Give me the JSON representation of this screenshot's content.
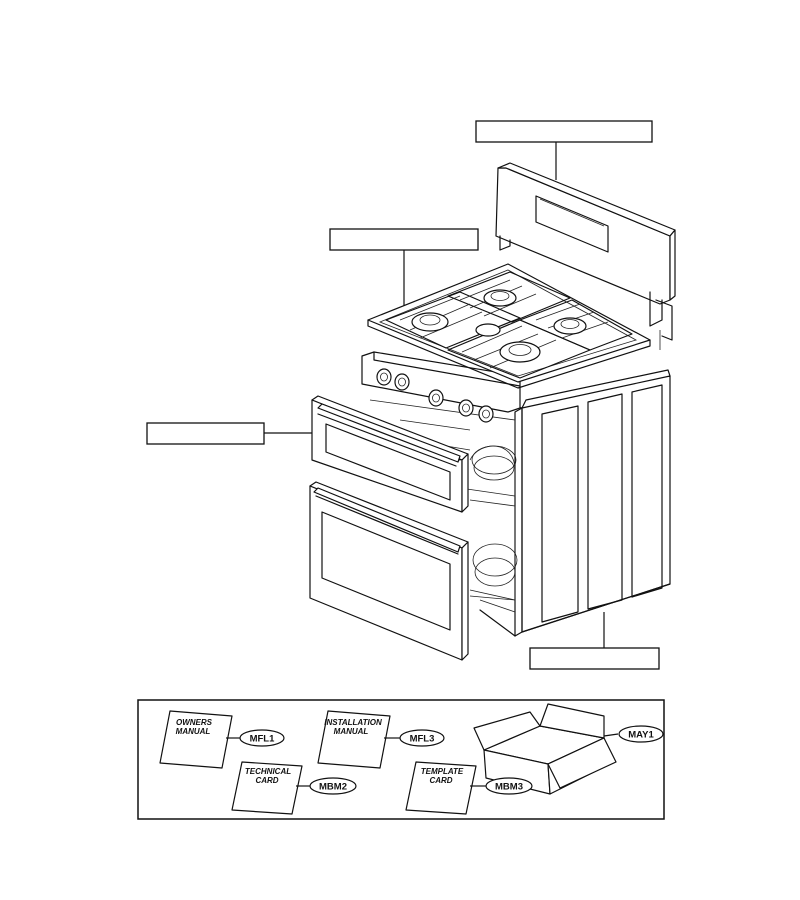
{
  "accessories": {
    "owners_manual": {
      "line1": "OWNERS",
      "line2": "MANUAL",
      "code": "MFL1"
    },
    "installation_manual": {
      "line1": "INSTALLATION",
      "line2": "MANUAL",
      "code": "MFL3"
    },
    "box": {
      "code": "MAY1"
    },
    "technical_card": {
      "line1": "TECHNICAL",
      "line2": "CARD",
      "code": "MBM2"
    },
    "template_card": {
      "line1": "TEMPLATE",
      "line2": "CARD",
      "code": "MBM3"
    }
  },
  "callouts": {
    "backguard": "",
    "cooktop": "",
    "doors": "",
    "cabinet": ""
  }
}
